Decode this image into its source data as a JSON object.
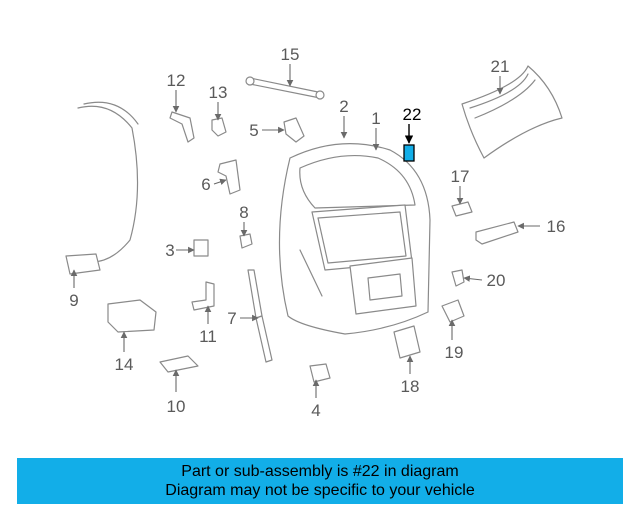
{
  "callouts": [
    "1",
    "2",
    "3",
    "4",
    "5",
    "6",
    "7",
    "8",
    "9",
    "10",
    "11",
    "12",
    "13",
    "14",
    "15",
    "16",
    "17",
    "18",
    "19",
    "20",
    "21",
    "22"
  ],
  "highlighted_part": "22",
  "highlight_color": "#12aee8",
  "banner": {
    "line1": "Part or sub-assembly is #22 in diagram",
    "line2": "Diagram may not be specific to your vehicle",
    "background": "#12aee8"
  }
}
